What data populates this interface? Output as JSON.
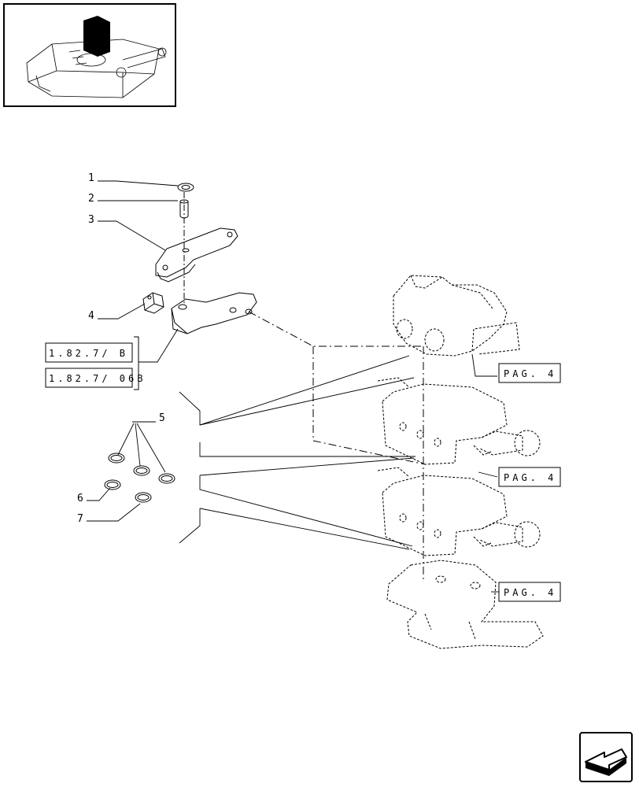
{
  "diagram": {
    "callouts": [
      "1",
      "2",
      "3",
      "4",
      "5",
      "6",
      "7"
    ],
    "ref_boxes": [
      "1.82.7/ B",
      "1.82.7/ 06B"
    ],
    "page_refs": [
      "PAG. 4",
      "PAG. 4",
      "PAG. 4"
    ]
  },
  "icons": {
    "thumbnail": "assembly-thumbnail-icon",
    "next_page": "next-page-arrow-icon"
  }
}
